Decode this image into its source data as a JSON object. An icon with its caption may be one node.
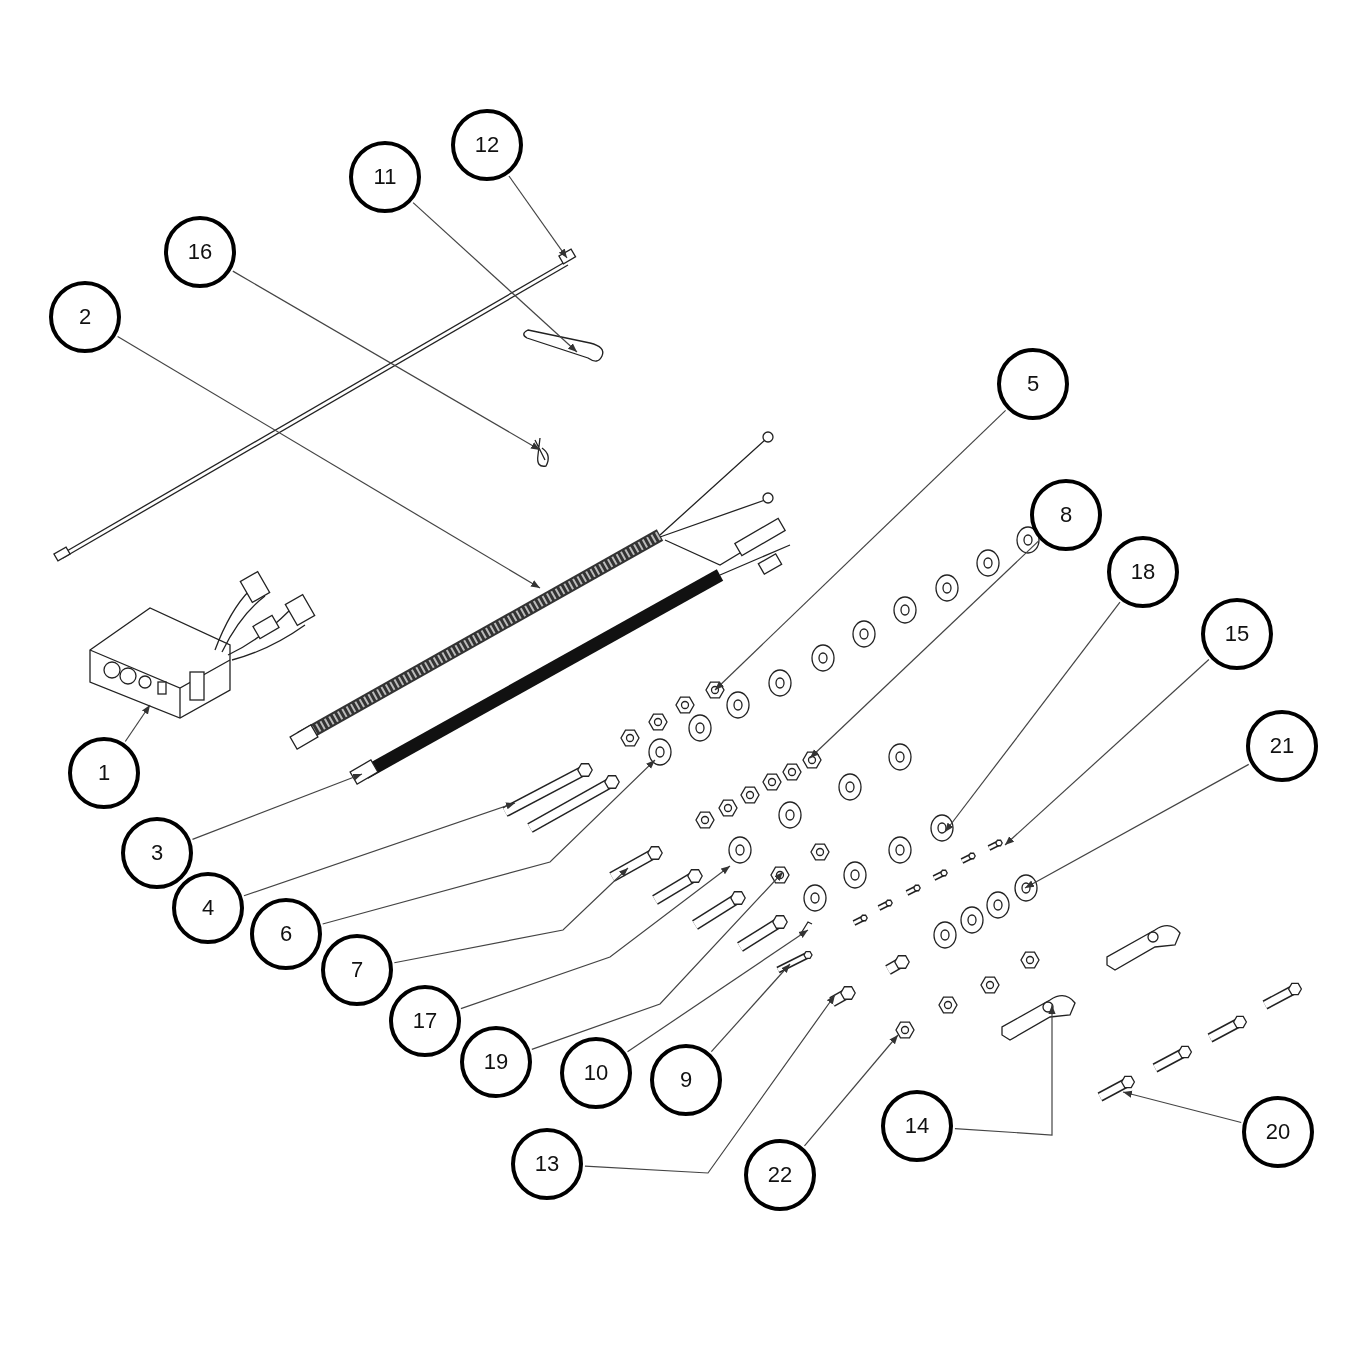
{
  "diagram": {
    "nodes": [
      {
        "text": [
          "1"
        ]
      },
      {
        "text": [
          "2"
        ]
      },
      {
        "text": [
          "3"
        ]
      },
      {
        "text": [
          "4"
        ]
      },
      {
        "text": [
          "5"
        ]
      },
      {
        "text": [
          "6"
        ]
      },
      {
        "text": [
          "7"
        ]
      },
      {
        "text": [
          "8"
        ]
      },
      {
        "text": [
          "9"
        ]
      },
      {
        "text": [
          "10"
        ]
      },
      {
        "text": [
          "11"
        ]
      },
      {
        "text": [
          "12"
        ]
      },
      {
        "text": [
          "13"
        ]
      },
      {
        "text": [
          "14"
        ]
      },
      {
        "text": [
          "15"
        ]
      },
      {
        "text": [
          "16"
        ]
      },
      {
        "text": [
          "17"
        ]
      },
      {
        "text": [
          "18"
        ]
      },
      {
        "text": [
          "19"
        ]
      },
      {
        "text": [
          "20"
        ]
      },
      {
        "text": [
          "21"
        ]
      },
      {
        "text": [
          "22"
        ]
      }
    ],
    "edges": [
      {
        "from": 0,
        "to": null,
        "arrow": "to"
      },
      {
        "from": 1,
        "to": null,
        "arrow": "to"
      },
      {
        "from": 2,
        "to": null,
        "arrow": "to"
      },
      {
        "from": 3,
        "to": null,
        "arrow": "to"
      },
      {
        "from": 4,
        "to": null,
        "arrow": "to"
      },
      {
        "from": 5,
        "to": null,
        "arrow": "to"
      },
      {
        "from": 6,
        "to": null,
        "arrow": "to"
      },
      {
        "from": 7,
        "to": null,
        "arrow": "to"
      },
      {
        "from": 8,
        "to": null,
        "arrow": "to"
      },
      {
        "from": 9,
        "to": null,
        "arrow": "to"
      },
      {
        "from": 10,
        "to": null,
        "arrow": "to"
      },
      {
        "from": 11,
        "to": null,
        "arrow": "to"
      },
      {
        "from": 12,
        "to": null,
        "arrow": "to"
      },
      {
        "from": 13,
        "to": null,
        "arrow": "to"
      },
      {
        "from": 14,
        "to": null,
        "arrow": "to"
      },
      {
        "from": 15,
        "to": null,
        "arrow": "to"
      },
      {
        "from": 16,
        "to": null,
        "arrow": "to"
      },
      {
        "from": 17,
        "to": null,
        "arrow": "to"
      },
      {
        "from": 18,
        "to": null,
        "arrow": "to"
      },
      {
        "from": 19,
        "to": null,
        "arrow": "to"
      },
      {
        "from": 20,
        "to": null,
        "arrow": "to"
      },
      {
        "from": 21,
        "to": null,
        "arrow": "to"
      }
    ]
  }
}
